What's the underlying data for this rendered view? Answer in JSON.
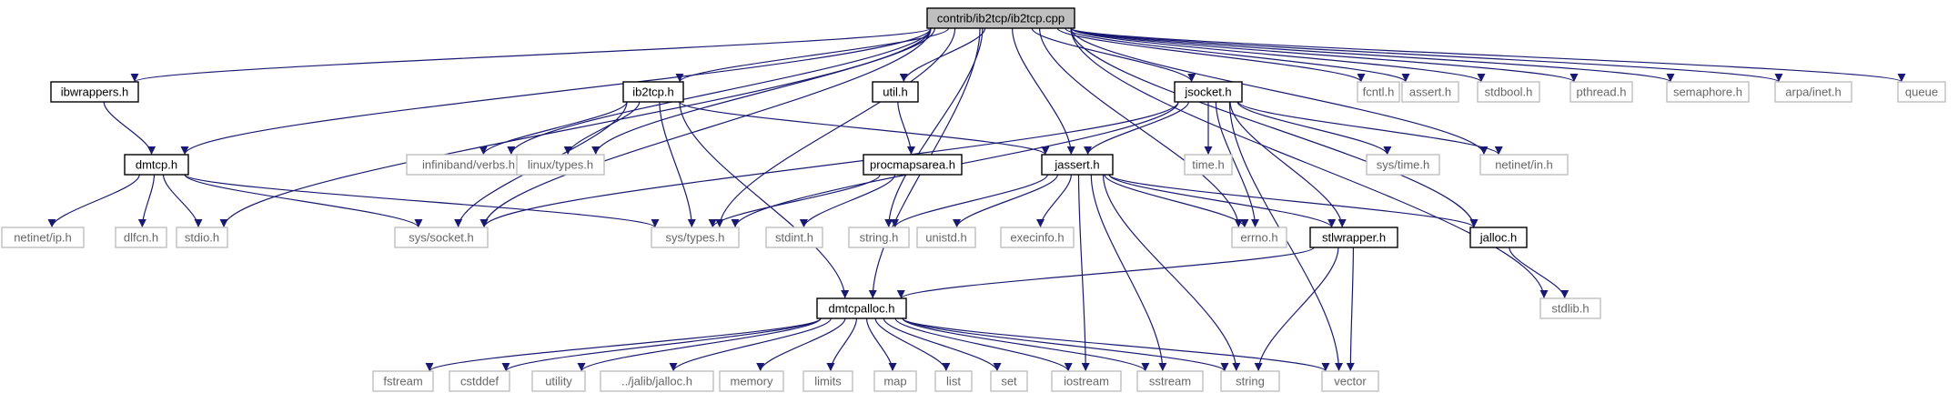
{
  "graph": {
    "title": "contrib/ib2tcp/ib2tcp.cpp",
    "colors": {
      "edge": "#191970",
      "root_fill": "#bfbfbf",
      "normal_border": "#000000",
      "external_border": "#bfbfbf",
      "external_text": "#666666"
    },
    "nodes": [
      {
        "id": "root",
        "label": "contrib/ib2tcp/ib2tcp.cpp",
        "kind": "root"
      },
      {
        "id": "ibwrappers",
        "label": "ibwrappers.h",
        "kind": "normal"
      },
      {
        "id": "ib2tcp",
        "label": "ib2tcp.h",
        "kind": "normal"
      },
      {
        "id": "util",
        "label": "util.h",
        "kind": "normal"
      },
      {
        "id": "jsocket",
        "label": "jsocket.h",
        "kind": "normal"
      },
      {
        "id": "fcntl",
        "label": "fcntl.h",
        "kind": "ext"
      },
      {
        "id": "assert",
        "label": "assert.h",
        "kind": "ext"
      },
      {
        "id": "stdbool",
        "label": "stdbool.h",
        "kind": "ext"
      },
      {
        "id": "pthread",
        "label": "pthread.h",
        "kind": "ext"
      },
      {
        "id": "semaphore",
        "label": "semaphore.h",
        "kind": "ext"
      },
      {
        "id": "arpainet",
        "label": "arpa/inet.h",
        "kind": "ext"
      },
      {
        "id": "queue",
        "label": "queue",
        "kind": "ext"
      },
      {
        "id": "dmtcp",
        "label": "dmtcp.h",
        "kind": "normal"
      },
      {
        "id": "verbs",
        "label": "infiniband/verbs.h",
        "kind": "ext"
      },
      {
        "id": "linuxtypes",
        "label": "linux/types.h",
        "kind": "ext"
      },
      {
        "id": "procmaps",
        "label": "procmapsarea.h",
        "kind": "normal"
      },
      {
        "id": "jassert",
        "label": "jassert.h",
        "kind": "normal"
      },
      {
        "id": "timeh",
        "label": "time.h",
        "kind": "ext"
      },
      {
        "id": "systime",
        "label": "sys/time.h",
        "kind": "ext"
      },
      {
        "id": "netinetin",
        "label": "netinet/in.h",
        "kind": "ext"
      },
      {
        "id": "netinetip",
        "label": "netinet/ip.h",
        "kind": "ext"
      },
      {
        "id": "dlfcn",
        "label": "dlfcn.h",
        "kind": "ext"
      },
      {
        "id": "stdio",
        "label": "stdio.h",
        "kind": "ext"
      },
      {
        "id": "syssocket",
        "label": "sys/socket.h",
        "kind": "ext"
      },
      {
        "id": "systypes",
        "label": "sys/types.h",
        "kind": "ext"
      },
      {
        "id": "stdint",
        "label": "stdint.h",
        "kind": "ext"
      },
      {
        "id": "stringh",
        "label": "string.h",
        "kind": "ext"
      },
      {
        "id": "unistd",
        "label": "unistd.h",
        "kind": "ext"
      },
      {
        "id": "execinfo",
        "label": "execinfo.h",
        "kind": "ext"
      },
      {
        "id": "errno",
        "label": "errno.h",
        "kind": "ext"
      },
      {
        "id": "stlwrapper",
        "label": "stlwrapper.h",
        "kind": "normal"
      },
      {
        "id": "jalloc",
        "label": "jalloc.h",
        "kind": "normal"
      },
      {
        "id": "stdlib",
        "label": "stdlib.h",
        "kind": "ext"
      },
      {
        "id": "dmtcpalloc",
        "label": "dmtcpalloc.h",
        "kind": "normal"
      },
      {
        "id": "fstream",
        "label": "fstream",
        "kind": "ext"
      },
      {
        "id": "cstddef",
        "label": "cstddef",
        "kind": "ext"
      },
      {
        "id": "utility",
        "label": "utility",
        "kind": "ext"
      },
      {
        "id": "jalibjalloc",
        "label": "../jalib/jalloc.h",
        "kind": "ext"
      },
      {
        "id": "memory",
        "label": "memory",
        "kind": "ext"
      },
      {
        "id": "limits",
        "label": "limits",
        "kind": "ext"
      },
      {
        "id": "map",
        "label": "map",
        "kind": "ext"
      },
      {
        "id": "list",
        "label": "list",
        "kind": "ext"
      },
      {
        "id": "set",
        "label": "set",
        "kind": "ext"
      },
      {
        "id": "iostream",
        "label": "iostream",
        "kind": "ext"
      },
      {
        "id": "sstream",
        "label": "sstream",
        "kind": "ext"
      },
      {
        "id": "string",
        "label": "string",
        "kind": "ext"
      },
      {
        "id": "vector",
        "label": "vector",
        "kind": "ext"
      }
    ],
    "edges": [
      [
        "root",
        "ibwrappers"
      ],
      [
        "root",
        "dmtcp"
      ],
      [
        "root",
        "stdio"
      ],
      [
        "root",
        "syssocket"
      ],
      [
        "root",
        "dmtcpalloc"
      ],
      [
        "root",
        "verbs"
      ],
      [
        "root",
        "linuxtypes"
      ],
      [
        "root",
        "ib2tcp"
      ],
      [
        "root",
        "systypes"
      ],
      [
        "root",
        "util"
      ],
      [
        "root",
        "stringh"
      ],
      [
        "root",
        "jassert"
      ],
      [
        "root",
        "errno"
      ],
      [
        "root",
        "jsocket"
      ],
      [
        "root",
        "netinetin"
      ],
      [
        "root",
        "jalloc"
      ],
      [
        "root",
        "stdlib"
      ],
      [
        "root",
        "fcntl"
      ],
      [
        "root",
        "assert"
      ],
      [
        "root",
        "stdbool"
      ],
      [
        "root",
        "pthread"
      ],
      [
        "root",
        "semaphore"
      ],
      [
        "root",
        "arpainet"
      ],
      [
        "root",
        "queue"
      ],
      [
        "ibwrappers",
        "dmtcp"
      ],
      [
        "dmtcp",
        "netinetip"
      ],
      [
        "dmtcp",
        "dlfcn"
      ],
      [
        "dmtcp",
        "stdio"
      ],
      [
        "dmtcp",
        "syssocket"
      ],
      [
        "dmtcp",
        "systypes"
      ],
      [
        "ib2tcp",
        "verbs"
      ],
      [
        "ib2tcp",
        "linuxtypes"
      ],
      [
        "ib2tcp",
        "syssocket"
      ],
      [
        "ib2tcp",
        "systypes"
      ],
      [
        "ib2tcp",
        "dmtcpalloc"
      ],
      [
        "ib2tcp",
        "jassert"
      ],
      [
        "util",
        "procmaps"
      ],
      [
        "procmaps",
        "systypes"
      ],
      [
        "procmaps",
        "stdint"
      ],
      [
        "jsocket",
        "syssocket"
      ],
      [
        "jsocket",
        "systypes"
      ],
      [
        "jsocket",
        "jassert"
      ],
      [
        "jsocket",
        "timeh"
      ],
      [
        "jsocket",
        "systime"
      ],
      [
        "jsocket",
        "netinetin"
      ],
      [
        "jsocket",
        "errno"
      ],
      [
        "jsocket",
        "stlwrapper"
      ],
      [
        "jsocket",
        "vector"
      ],
      [
        "jassert",
        "stringh"
      ],
      [
        "jassert",
        "unistd"
      ],
      [
        "jassert",
        "execinfo"
      ],
      [
        "jassert",
        "errno"
      ],
      [
        "jassert",
        "stlwrapper"
      ],
      [
        "jassert",
        "jalloc"
      ],
      [
        "jassert",
        "iostream"
      ],
      [
        "jassert",
        "sstream"
      ],
      [
        "jassert",
        "string"
      ],
      [
        "stlwrapper",
        "dmtcpalloc"
      ],
      [
        "stlwrapper",
        "string"
      ],
      [
        "stlwrapper",
        "vector"
      ],
      [
        "jalloc",
        "stdlib"
      ],
      [
        "dmtcpalloc",
        "fstream"
      ],
      [
        "dmtcpalloc",
        "cstddef"
      ],
      [
        "dmtcpalloc",
        "utility"
      ],
      [
        "dmtcpalloc",
        "jalibjalloc"
      ],
      [
        "dmtcpalloc",
        "memory"
      ],
      [
        "dmtcpalloc",
        "limits"
      ],
      [
        "dmtcpalloc",
        "map"
      ],
      [
        "dmtcpalloc",
        "list"
      ],
      [
        "dmtcpalloc",
        "set"
      ],
      [
        "dmtcpalloc",
        "iostream"
      ],
      [
        "dmtcpalloc",
        "sstream"
      ],
      [
        "dmtcpalloc",
        "string"
      ],
      [
        "dmtcpalloc",
        "vector"
      ]
    ]
  }
}
